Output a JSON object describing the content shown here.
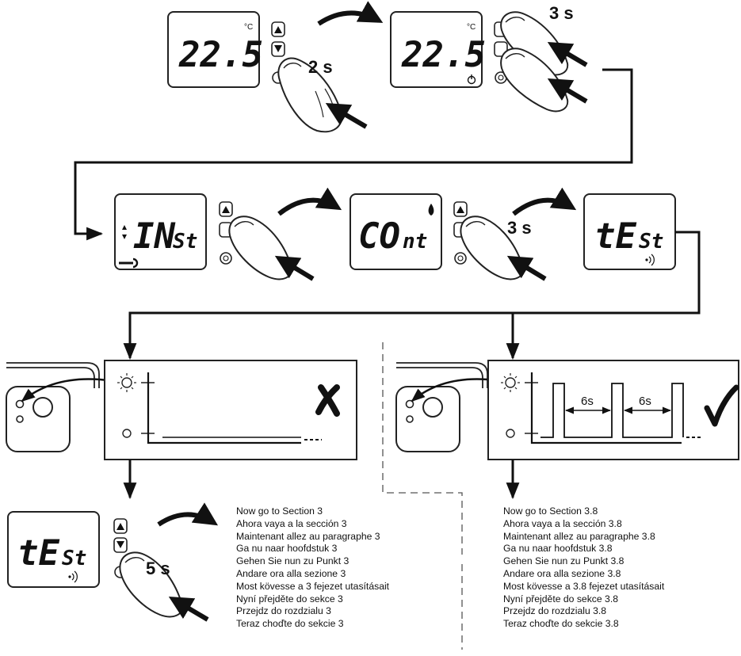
{
  "step1": {
    "display": "22.5",
    "unit": "°C",
    "duration": "2 s"
  },
  "step2": {
    "display": "22.5",
    "unit": "°C",
    "duration": "3 s"
  },
  "step3": {
    "display_big": "IN",
    "display_small": "St"
  },
  "step4": {
    "display_big": "CO",
    "display_small": "nt",
    "duration": "3 s"
  },
  "step5": {
    "display_big": "tE",
    "display_small": "St"
  },
  "step6": {
    "display_big": "tE",
    "display_small": "St",
    "duration": "5 s"
  },
  "result_ok": {
    "interval_1": "6s",
    "interval_2": "6s"
  },
  "instructions_left": [
    "Now go to Section 3",
    "Ahora vaya a la sección 3",
    "Maintenant allez au paragraphe 3",
    "Ga nu naar hoofdstuk 3",
    "Gehen Sie nun zu Punkt 3",
    "Andare ora alla sezione 3",
    "Most kövesse a 3 fejezet utasításait",
    "Nyní přejděte do sekce 3",
    "Przejdz do rozdzialu 3",
    "Teraz choďte do sekcie 3"
  ],
  "instructions_right": [
    "Now go to Section 3.8",
    "Ahora vaya a la sección 3.8",
    "Maintenant allez au paragraphe 3.8",
    "Ga nu naar hoofdstuk 3.8",
    "Gehen Sie nun zu Punkt 3.8",
    "Andare ora alla sezione 3.8",
    "Most kövesse a 3.8 fejezet utasításait",
    "Nyní přejděte do sekce 3.8",
    "Przejdz do rozdzialu 3.8",
    "Teraz choďte do sekcie 3.8"
  ]
}
